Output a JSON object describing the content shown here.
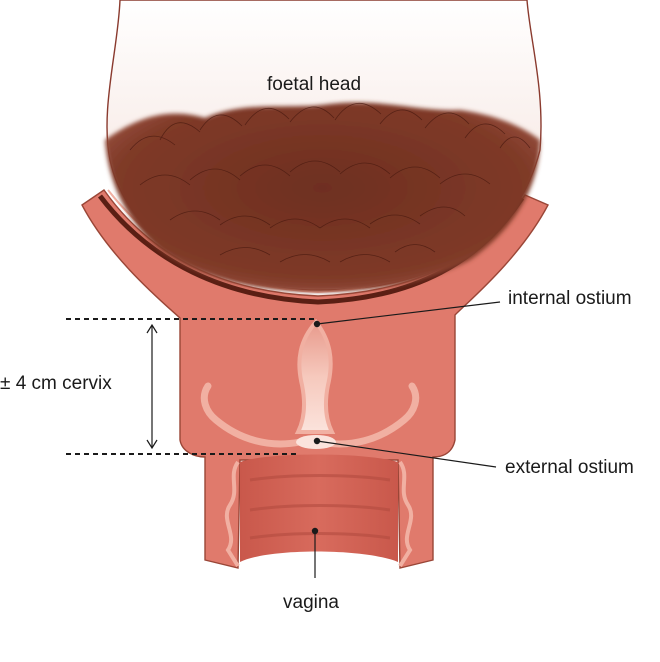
{
  "labels": {
    "foetal_head": "foetal head",
    "internal_ostium": "internal ostium",
    "external_ostium": "external ostium",
    "cervix_length": "± 4 cm cervix",
    "vagina": "vagina"
  },
  "colors": {
    "tissue": "#e07a6c",
    "tissue_dark": "#c7574a",
    "tissue_light": "#f1b0a2",
    "membrane": "#5a1f14",
    "hair": "#7a3524",
    "skin": "#f6e6e0",
    "outline": "#8a3a2e"
  }
}
